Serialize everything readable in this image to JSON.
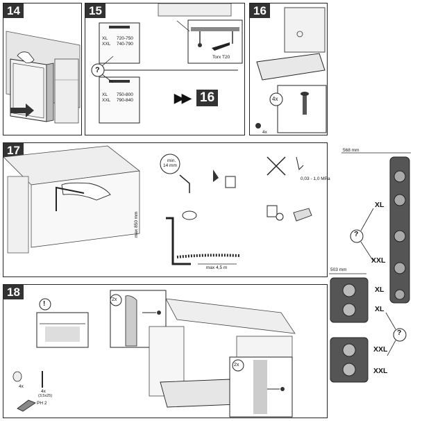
{
  "steps": {
    "s14": "14",
    "s15": "15",
    "s16": "16",
    "s17": "17",
    "s18": "18"
  },
  "step15": {
    "upper_labels": [
      "XL",
      "XXL"
    ],
    "upper_values": [
      "720-750",
      "740-790"
    ],
    "lower_labels": [
      "XL",
      "XXL"
    ],
    "lower_values": [
      "750-800",
      "790-840"
    ],
    "question": "?",
    "next_step": "16",
    "torx": "Torx T20"
  },
  "step16": {
    "count": "4x",
    "screw_count": "4x"
  },
  "step17": {
    "min_label": "min.",
    "min_value": "14 mm",
    "pressure": "0,03 - 1,0 MPa",
    "max_height": "max 850 mm",
    "max_length": "max 4,5 m"
  },
  "step18": {
    "exclaim": "!",
    "count_top": "2x",
    "count_bottom": "2x",
    "cap_count": "4x",
    "screw_count": "4x",
    "screw_sub": "(3,5x25)",
    "driver": "PH 2"
  },
  "sidebar": {
    "width_top": "568 mm",
    "label_xl": "XL",
    "label_xxl": "XXL",
    "question": "?",
    "width_bottom": "503 mm",
    "bottom_labels": [
      "XL",
      "XL",
      "XXL",
      "XXL"
    ],
    "question2": "?"
  }
}
